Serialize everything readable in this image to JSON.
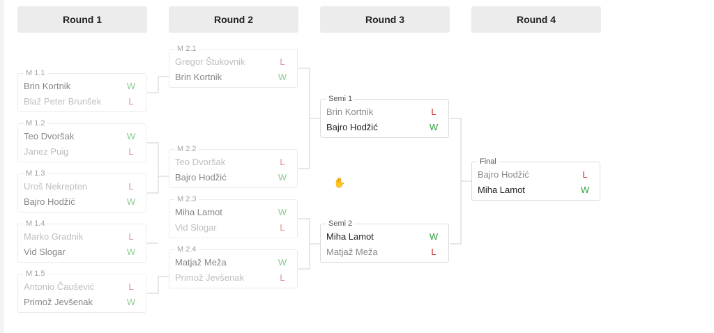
{
  "rounds": [
    {
      "title": "Round 1"
    },
    {
      "title": "Round 2"
    },
    {
      "title": "Round 3"
    },
    {
      "title": "Round 4"
    }
  ],
  "matches": {
    "m11": {
      "label": "M 1.1",
      "p1": {
        "name": "Brin Kortnik",
        "result": "W"
      },
      "p2": {
        "name": "Blaž Peter Brunšek",
        "result": "L"
      }
    },
    "m12": {
      "label": "M 1.2",
      "p1": {
        "name": "Teo Dvoršak",
        "result": "W"
      },
      "p2": {
        "name": "Janez Puig",
        "result": "L"
      }
    },
    "m13": {
      "label": "M 1.3",
      "p1": {
        "name": "Uroš Nekrepten",
        "result": "L"
      },
      "p2": {
        "name": "Bajro Hodžić",
        "result": "W"
      }
    },
    "m14": {
      "label": "M 1.4",
      "p1": {
        "name": "Marko Gradnik",
        "result": "L"
      },
      "p2": {
        "name": "Vid Slogar",
        "result": "W"
      }
    },
    "m15": {
      "label": "M 1.5",
      "p1": {
        "name": "Antonio Čaušević",
        "result": "L"
      },
      "p2": {
        "name": "Primož Jevšenak",
        "result": "W"
      }
    },
    "m21": {
      "label": "M 2.1",
      "p1": {
        "name": "Gregor Štukovnik",
        "result": "L"
      },
      "p2": {
        "name": "Brin Kortnik",
        "result": "W"
      }
    },
    "m22": {
      "label": "M 2.2",
      "p1": {
        "name": "Teo Dvoršak",
        "result": "L"
      },
      "p2": {
        "name": "Bajro Hodžić",
        "result": "W"
      }
    },
    "m23": {
      "label": "M 2.3",
      "p1": {
        "name": "Miha Lamot",
        "result": "W"
      },
      "p2": {
        "name": "Vid Slogar",
        "result": "L"
      }
    },
    "m24": {
      "label": "M 2.4",
      "p1": {
        "name": "Matjaž Meža",
        "result": "W"
      },
      "p2": {
        "name": "Primož Jevšenak",
        "result": "L"
      }
    },
    "semi1": {
      "label": "Semi 1",
      "p1": {
        "name": "Brin Kortnik",
        "result": "L"
      },
      "p2": {
        "name": "Bajro Hodžić",
        "result": "W"
      }
    },
    "semi2": {
      "label": "Semi 2",
      "p1": {
        "name": "Miha Lamot",
        "result": "W"
      },
      "p2": {
        "name": "Matjaž Meža",
        "result": "L"
      }
    },
    "final": {
      "label": "Final",
      "p1": {
        "name": "Bajro Hodžić",
        "result": "L"
      },
      "p2": {
        "name": "Miha Lamot",
        "result": "W"
      }
    }
  },
  "colors": {
    "win": "#2e9e3a",
    "loss": "#d0312d",
    "header_bg": "#ececec"
  },
  "icons": {
    "cursor": "hand-cursor-icon"
  }
}
